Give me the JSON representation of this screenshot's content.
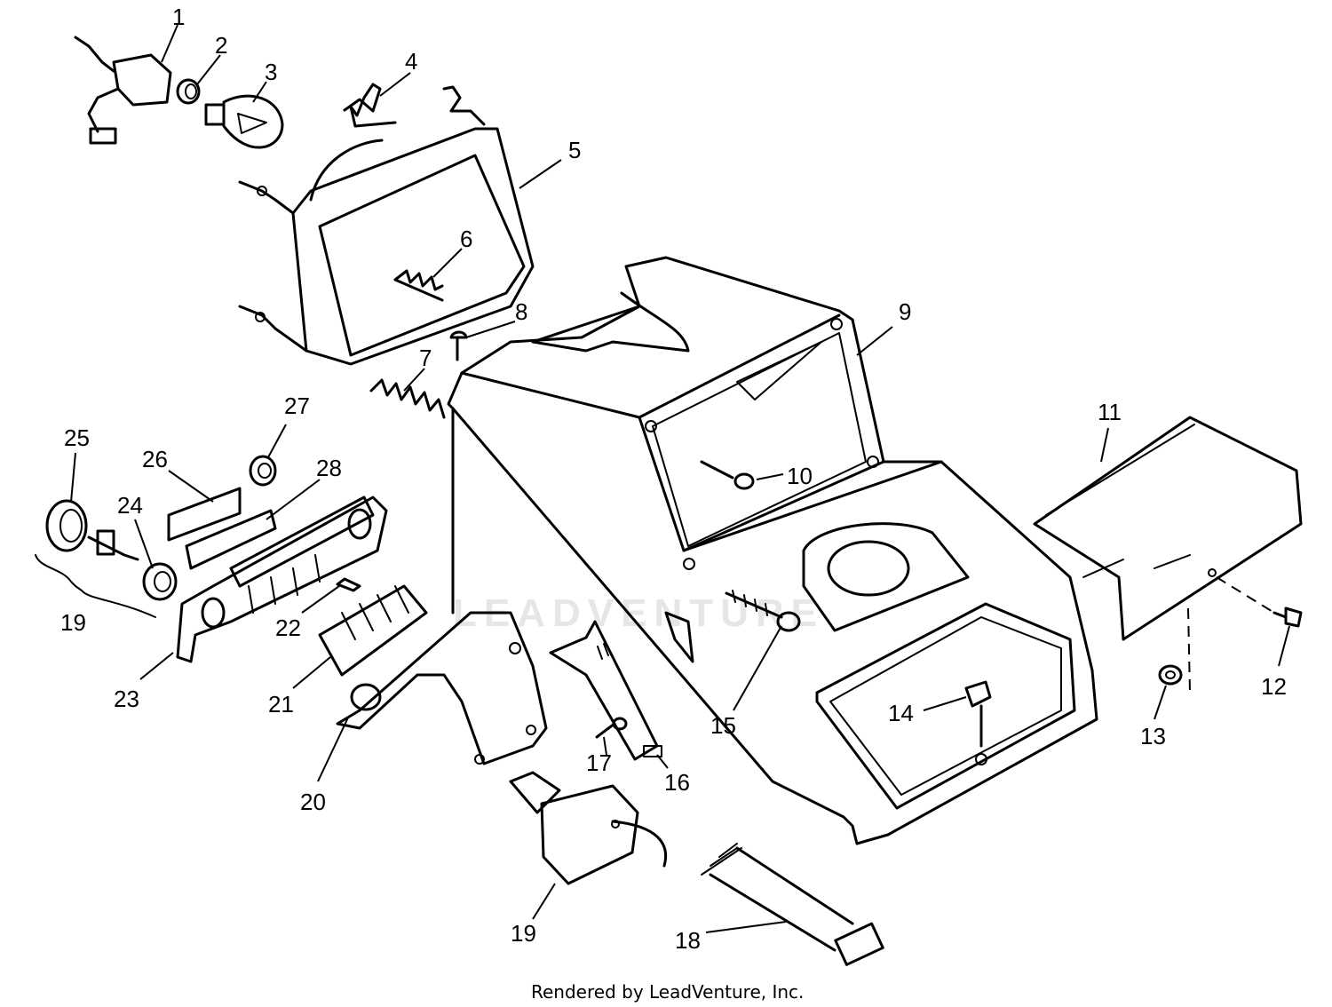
{
  "diagram": {
    "callouts": [
      "1",
      "2",
      "3",
      "4",
      "5",
      "6",
      "7",
      "8",
      "9",
      "10",
      "11",
      "12",
      "13",
      "14",
      "15",
      "16",
      "17",
      "18",
      "19",
      "20",
      "21",
      "22",
      "23",
      "24",
      "25",
      "26",
      "27",
      "28",
      "19"
    ],
    "watermark_text": "LEADVENTURE",
    "footer": "Rendered by LeadVenture, Inc."
  },
  "colors": {
    "line": "#000000",
    "background": "#ffffff",
    "watermark": "#e6e6e6"
  }
}
